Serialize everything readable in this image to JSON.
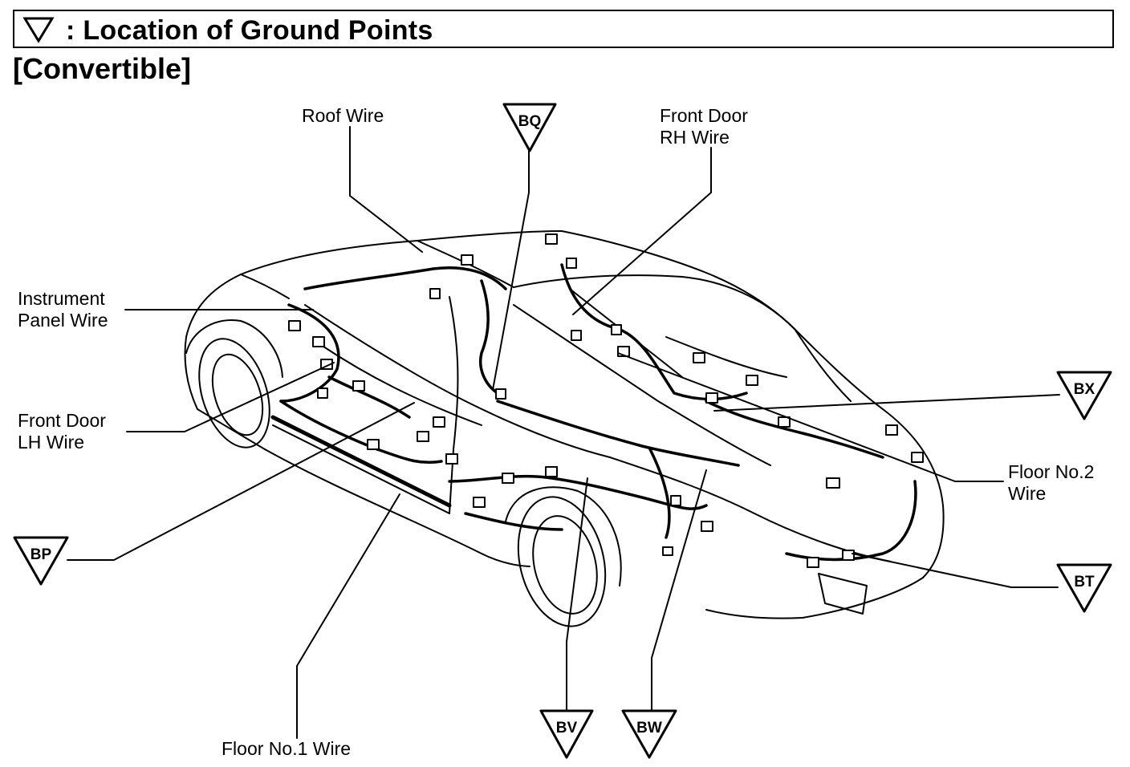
{
  "header": {
    "title": ": Location of Ground Points",
    "icon": "ground-point-triangle-icon"
  },
  "variant": "[Convertible]",
  "labels": {
    "roof_wire": "Roof Wire",
    "front_door_rh": "Front Door\nRH Wire",
    "instrument_panel": "Instrument\nPanel Wire",
    "front_door_lh": "Front Door\nLH Wire",
    "floor_no2": "Floor No.2\nWire",
    "floor_no1": "Floor No.1 Wire"
  },
  "ground_points": {
    "bq": "BQ",
    "bx": "BX",
    "bp": "BP",
    "bt": "BT",
    "bv": "BV",
    "bw": "BW"
  }
}
